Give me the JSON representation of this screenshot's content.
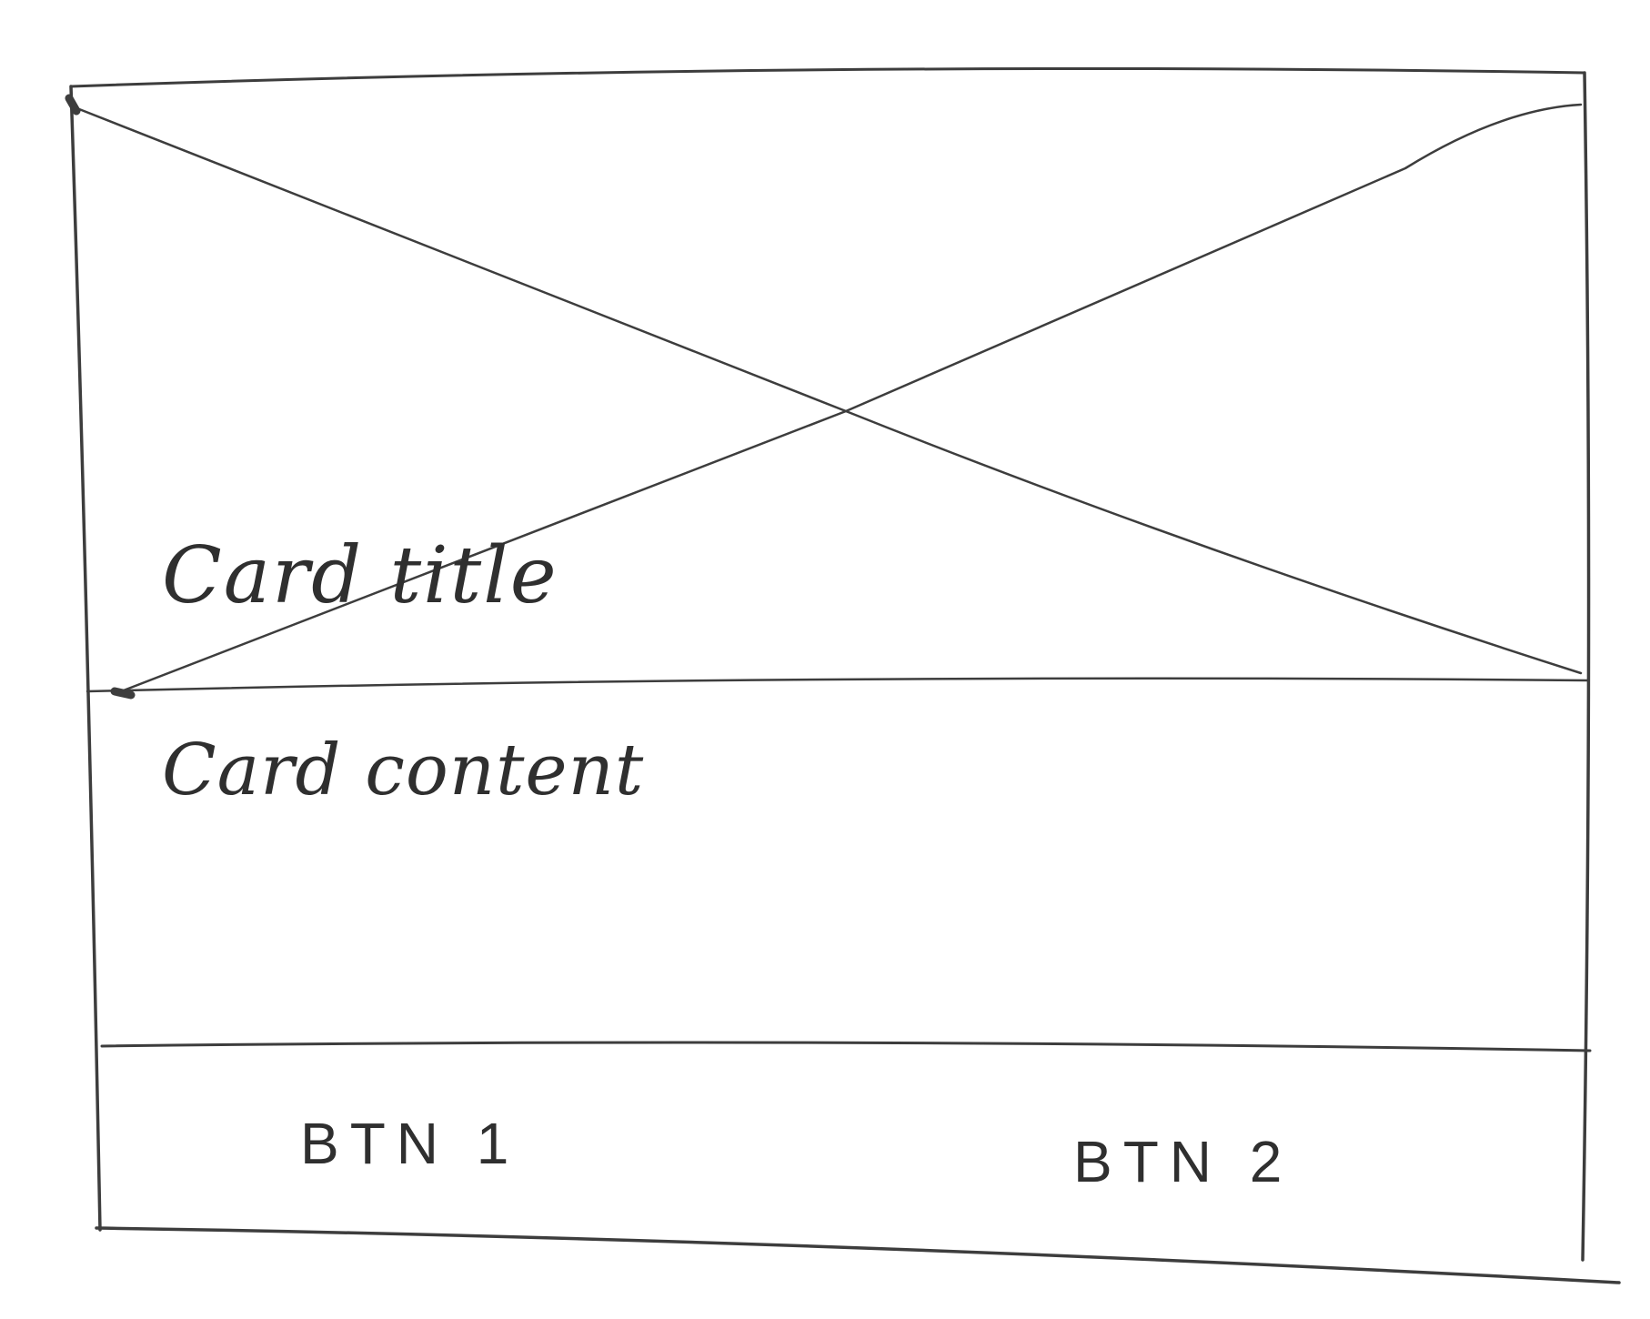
{
  "card": {
    "title": "Card title",
    "content": "Card content",
    "actions": [
      {
        "label": "BTN 1"
      },
      {
        "label": "BTN 2"
      }
    ]
  },
  "colors": {
    "ink": "#3d3d3d",
    "paper": "#ffffff"
  }
}
